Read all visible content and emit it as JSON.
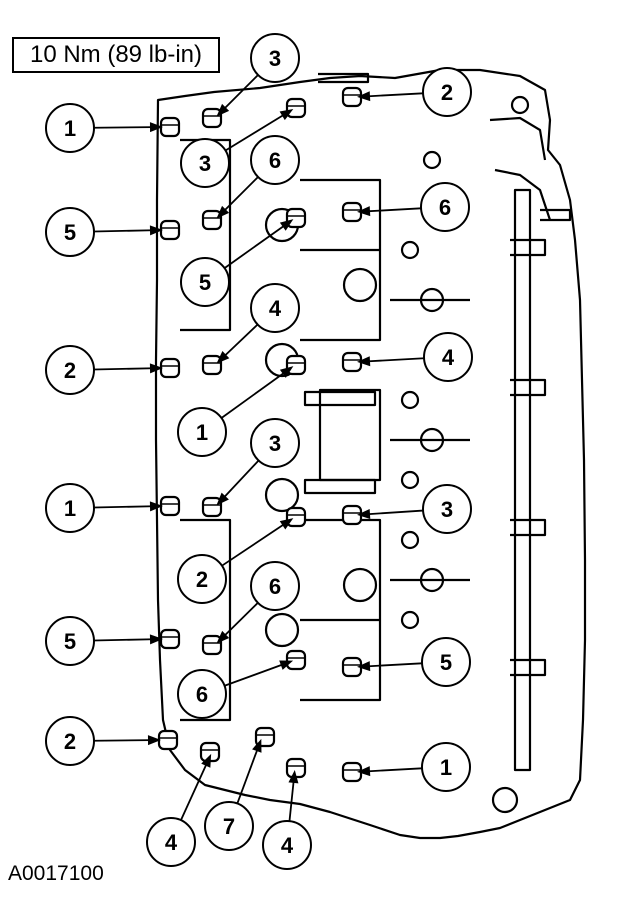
{
  "spec": {
    "torque": "10 Nm (89 lb-in)"
  },
  "figure": {
    "id": "A0017100"
  },
  "callouts": [
    "1",
    "3",
    "3",
    "2",
    "6",
    "6",
    "5",
    "5",
    "4",
    "4",
    "2",
    "1",
    "3",
    "1",
    "3",
    "2",
    "6",
    "5",
    "6",
    "5",
    "2",
    "1",
    "4",
    "7",
    "4"
  ]
}
